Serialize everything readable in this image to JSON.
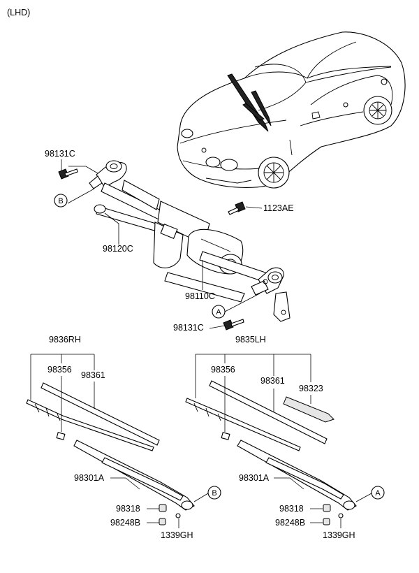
{
  "header": {
    "variant": "(LHD)"
  },
  "callouts": {
    "a": "A",
    "b": "B"
  },
  "parts": {
    "bolt_top": "98131C",
    "bolt_1123": "1123AE",
    "linkage": "98120C",
    "motor": "98110C",
    "bolt_bottom": "98131C",
    "blade_rh": "9836RH",
    "blade_lh": "9835LH",
    "clip_rh": "98356",
    "clip_lh": "98356",
    "refill_rh": "98361",
    "refill_lh": "98361",
    "spoiler_lh": "98323",
    "arm_rh": "98301A",
    "arm_lh": "98301A",
    "cap_rh": "98318",
    "cap_lh": "98318",
    "nut_rh": "98248B",
    "nut_lh": "98248B",
    "washer_rh": "1339GH",
    "washer_lh": "1339GH"
  }
}
